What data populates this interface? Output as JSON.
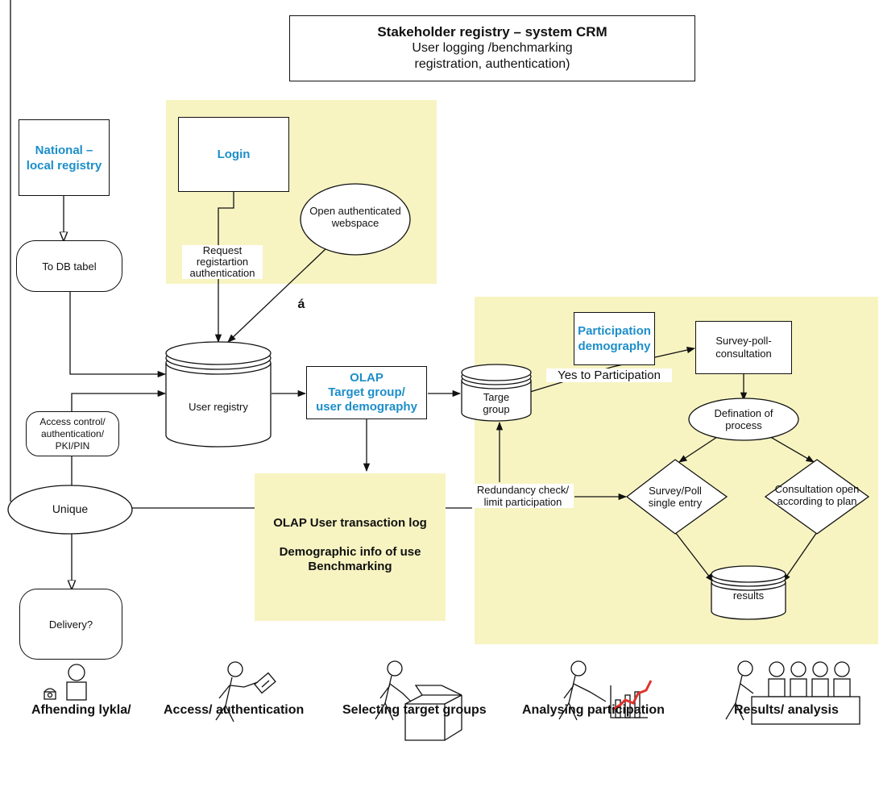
{
  "header": {
    "title": "Stakeholder registry – system CRM",
    "line2": "User logging /benchmarking",
    "line3": "registration, authentication)"
  },
  "nodes": {
    "national_registry": "National – local registry",
    "login": "Login",
    "open_webspace": "Open authenticated webspace",
    "request_line1": "Request",
    "request_line2": "registartion",
    "request_line3": "authentication",
    "accent_mark": "á",
    "to_db": "To DB tabel",
    "user_registry": "User registry",
    "olap_line1": "OLAP",
    "olap_line2": "Target group/",
    "olap_line3": "user demography",
    "target_group": "Targe group",
    "participation_demography": "Participation demography",
    "yes_participation": "Yes to Participation",
    "survey_poll": "Survey-poll-consultation",
    "definition_process": "Defination of process",
    "access_control": "Access control/ authentication/ PKI/PIN",
    "unique": "Unique",
    "redundancy_check": "Redundancy check/ limit participation",
    "survey_single": "Survey/Poll single entry",
    "consultation_open": "Consultation open according to plan",
    "olap_log": "OLAP User transaction log",
    "demographic_info": "Demographic info of use",
    "benchmarking": "Benchmarking",
    "results": "results",
    "delivery": "Delivery?"
  },
  "footer": [
    "Afhending lykla/",
    "Access/ authentication",
    "Selecting target groups",
    "Analysing participation",
    "Results/ analysis"
  ],
  "colors": {
    "panel": "#f7f4c2",
    "accent_text": "#1c8ec9",
    "line": "#111111",
    "chart_red": "#e0322a"
  }
}
